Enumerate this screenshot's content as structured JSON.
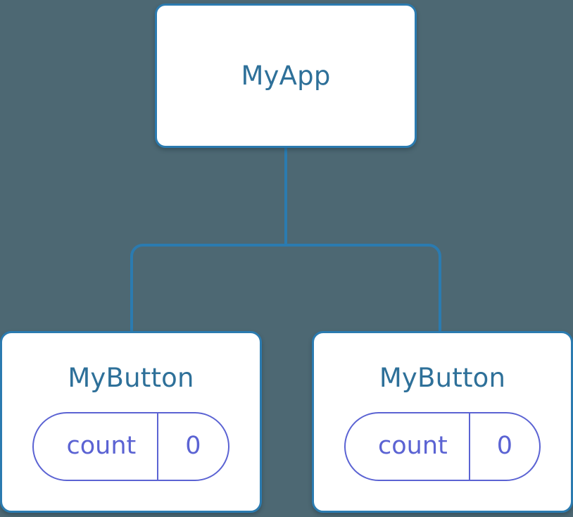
{
  "diagram": {
    "kind": "component-tree",
    "background_color": "#4d6873",
    "edge_color": "#2b7bb0",
    "card_border_color": "#2b7bb0",
    "title_color": "#2e7099",
    "pill_color": "#5b63d3"
  },
  "root": {
    "title": "MyApp"
  },
  "children": [
    {
      "title": "MyButton",
      "state": {
        "key": "count",
        "value": "0"
      }
    },
    {
      "title": "MyButton",
      "state": {
        "key": "count",
        "value": "0"
      }
    }
  ]
}
